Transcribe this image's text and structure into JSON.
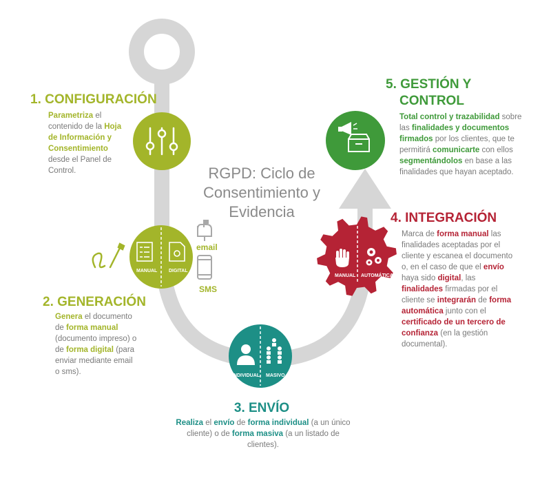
{
  "title": "RGPD: Ciclo de Consentimiento y Evidencia",
  "steps": {
    "configuracion": {
      "heading": "1. CONFIGURACIÓN",
      "t1": "Parametriza",
      "t2": " el contenido de la ",
      "t3": "Hoja de Información y Consentimiento",
      "t4": " desde el Panel de Control."
    },
    "generacion": {
      "heading": "2. GENERACIÓN",
      "t1": "Genera",
      "t2": " el documento de ",
      "t3": "forma manual",
      "t4": " (documento impreso) o de ",
      "t5": "forma digital",
      "t6": " (para enviar mediante email o sms).",
      "label_manual": "MANUAL",
      "label_digital": "DIGITAL",
      "label_email": "email",
      "label_sms": "SMS"
    },
    "envio": {
      "heading": "3. ENVÍO",
      "t1": "Realiza",
      "t2": " el ",
      "t3": "envío",
      "t4": " de ",
      "t5": "forma individual",
      "t6": " (a un único cliente) o de ",
      "t7": "forma masiva",
      "t8": " (a un listado de clientes).",
      "label_individual": "INDIVIDUAL",
      "label_masivo": "MASIVO"
    },
    "integracion": {
      "heading": "4. INTEGRACIÓN",
      "t1": "Marca de ",
      "t2": "forma manual",
      "t3": " las finalidades aceptadas por el cliente y escanea el documento o, en el caso de que el ",
      "t4": "envío",
      "t5": " haya sido ",
      "t6": "digital",
      "t7": ", las ",
      "t8": "finalidades",
      "t9": " firmadas por el cliente se ",
      "t10": "integrarán",
      "t11": " de ",
      "t12": "forma automática",
      "t13": " junto con el ",
      "t14": "certificado de un tercero de confianza",
      "t15": " (en la gestión documental).",
      "label_manual": "MANUAL",
      "label_automatica": "AUTOMÁTICA"
    },
    "gestion": {
      "heading_line1": "5. GESTIÓN Y",
      "heading_line2": "CONTROL",
      "t1": "Total control y trazabilidad",
      "t2": " sobre las ",
      "t3": "finalidades y documentos firmados",
      "t4": " por los clientes, que te permitirá ",
      "t5": "comunicarte",
      "t6": " con ellos ",
      "t7": "segmentándolos",
      "t8": " en base a las finalidades que hayan aceptado."
    }
  },
  "colors": {
    "track": "#d6d6d6",
    "configuracion": "#a3b52a",
    "generacion": "#a3b52a",
    "envio": "#1d8f86",
    "integracion": "#b52335",
    "gestion": "#3f9a3a"
  }
}
